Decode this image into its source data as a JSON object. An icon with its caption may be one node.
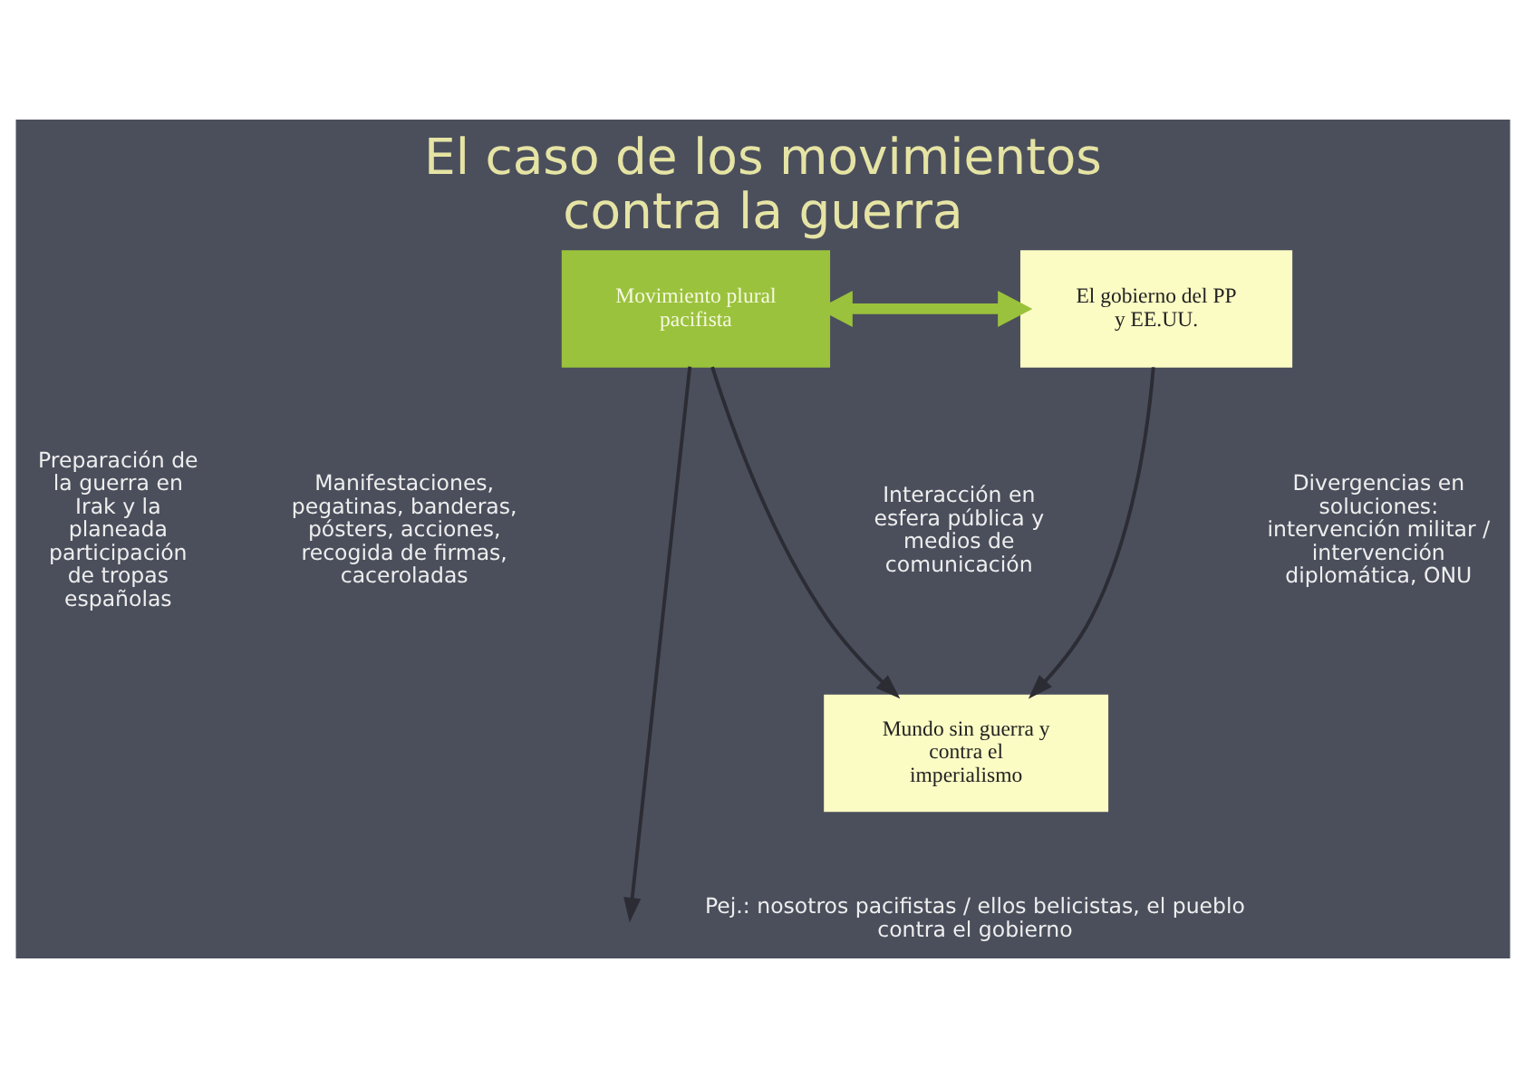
{
  "diagram": {
    "title": "El caso de los movimientos contra la guerra",
    "nodes": [
      {
        "text": [
          "Movimiento plural pacifista"
        ]
      },
      {
        "text": [
          "El gobierno del PP y EE.UU."
        ]
      },
      {
        "text": [
          "Mundo sin guerra y contra el imperialismo"
        ]
      }
    ],
    "edges": [
      {
        "from": 0,
        "to": 1,
        "arrow": "both",
        "style": "thick",
        "color": "#9bc23c"
      },
      {
        "from": 0,
        "to": 2,
        "arrow": "to"
      },
      {
        "from": 1,
        "to": 2,
        "arrow": "to"
      },
      {
        "from": 0,
        "to": null,
        "arrow": "to"
      }
    ],
    "labels": [
      "Preparación de la guerra en Irak y la planeada participación de tropas españolas",
      "Manifestaciones, pegatinas, banderas, pósters, acciones, recogida de firmas, caceroladas",
      "Interacción en esfera pública y medios de comunicación",
      "Divergencias en soluciones: intervención militar / intervención diplomática, ONU",
      "Pej.: nosotros pacifistas / ellos belicistas, el pueblo contra el gobierno"
    ]
  }
}
